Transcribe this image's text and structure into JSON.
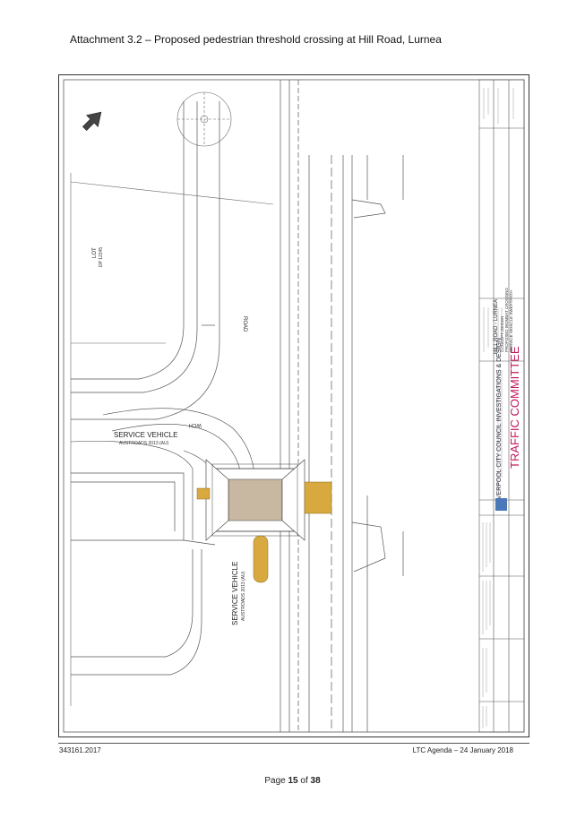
{
  "header": {
    "title": "Attachment 3.2 – Proposed pedestrian threshold crossing at Hill Road, Lurnea"
  },
  "drawing": {
    "lot_label": "LOT",
    "lot_dp": "DP 12345",
    "road_label": "ROAD",
    "vehicle_label_1": "SERVICE VEHICLE",
    "vehicle_sub_1": "AUSTROADS 2013 (AU)",
    "vehicle_label_2": "SERVICE VEHICLE",
    "vehicle_sub_2": "AUSTROADS 2013 (AU)",
    "wch_label": "WCH",
    "council_name": "LIVERPOOL CITY COUNCIL INVESTIGATIONS & DESIGN",
    "committee": "TRAFFIC COMMITTEE",
    "project_title": "HILL ROAD - LURNEA",
    "project_sub_1": "CONCEPT DESIGN",
    "project_sub_2": "PROPOSED WOMBAT CROSSING",
    "project_sub_3": "SERVICE VEHICLE SWEPTPATH"
  },
  "footer": {
    "doc_number": "343161.2017",
    "agenda": "LTC Agenda – 24 January 2018",
    "page_prefix": "Page ",
    "page_current": "15",
    "page_sep": " of ",
    "page_total": "38"
  }
}
